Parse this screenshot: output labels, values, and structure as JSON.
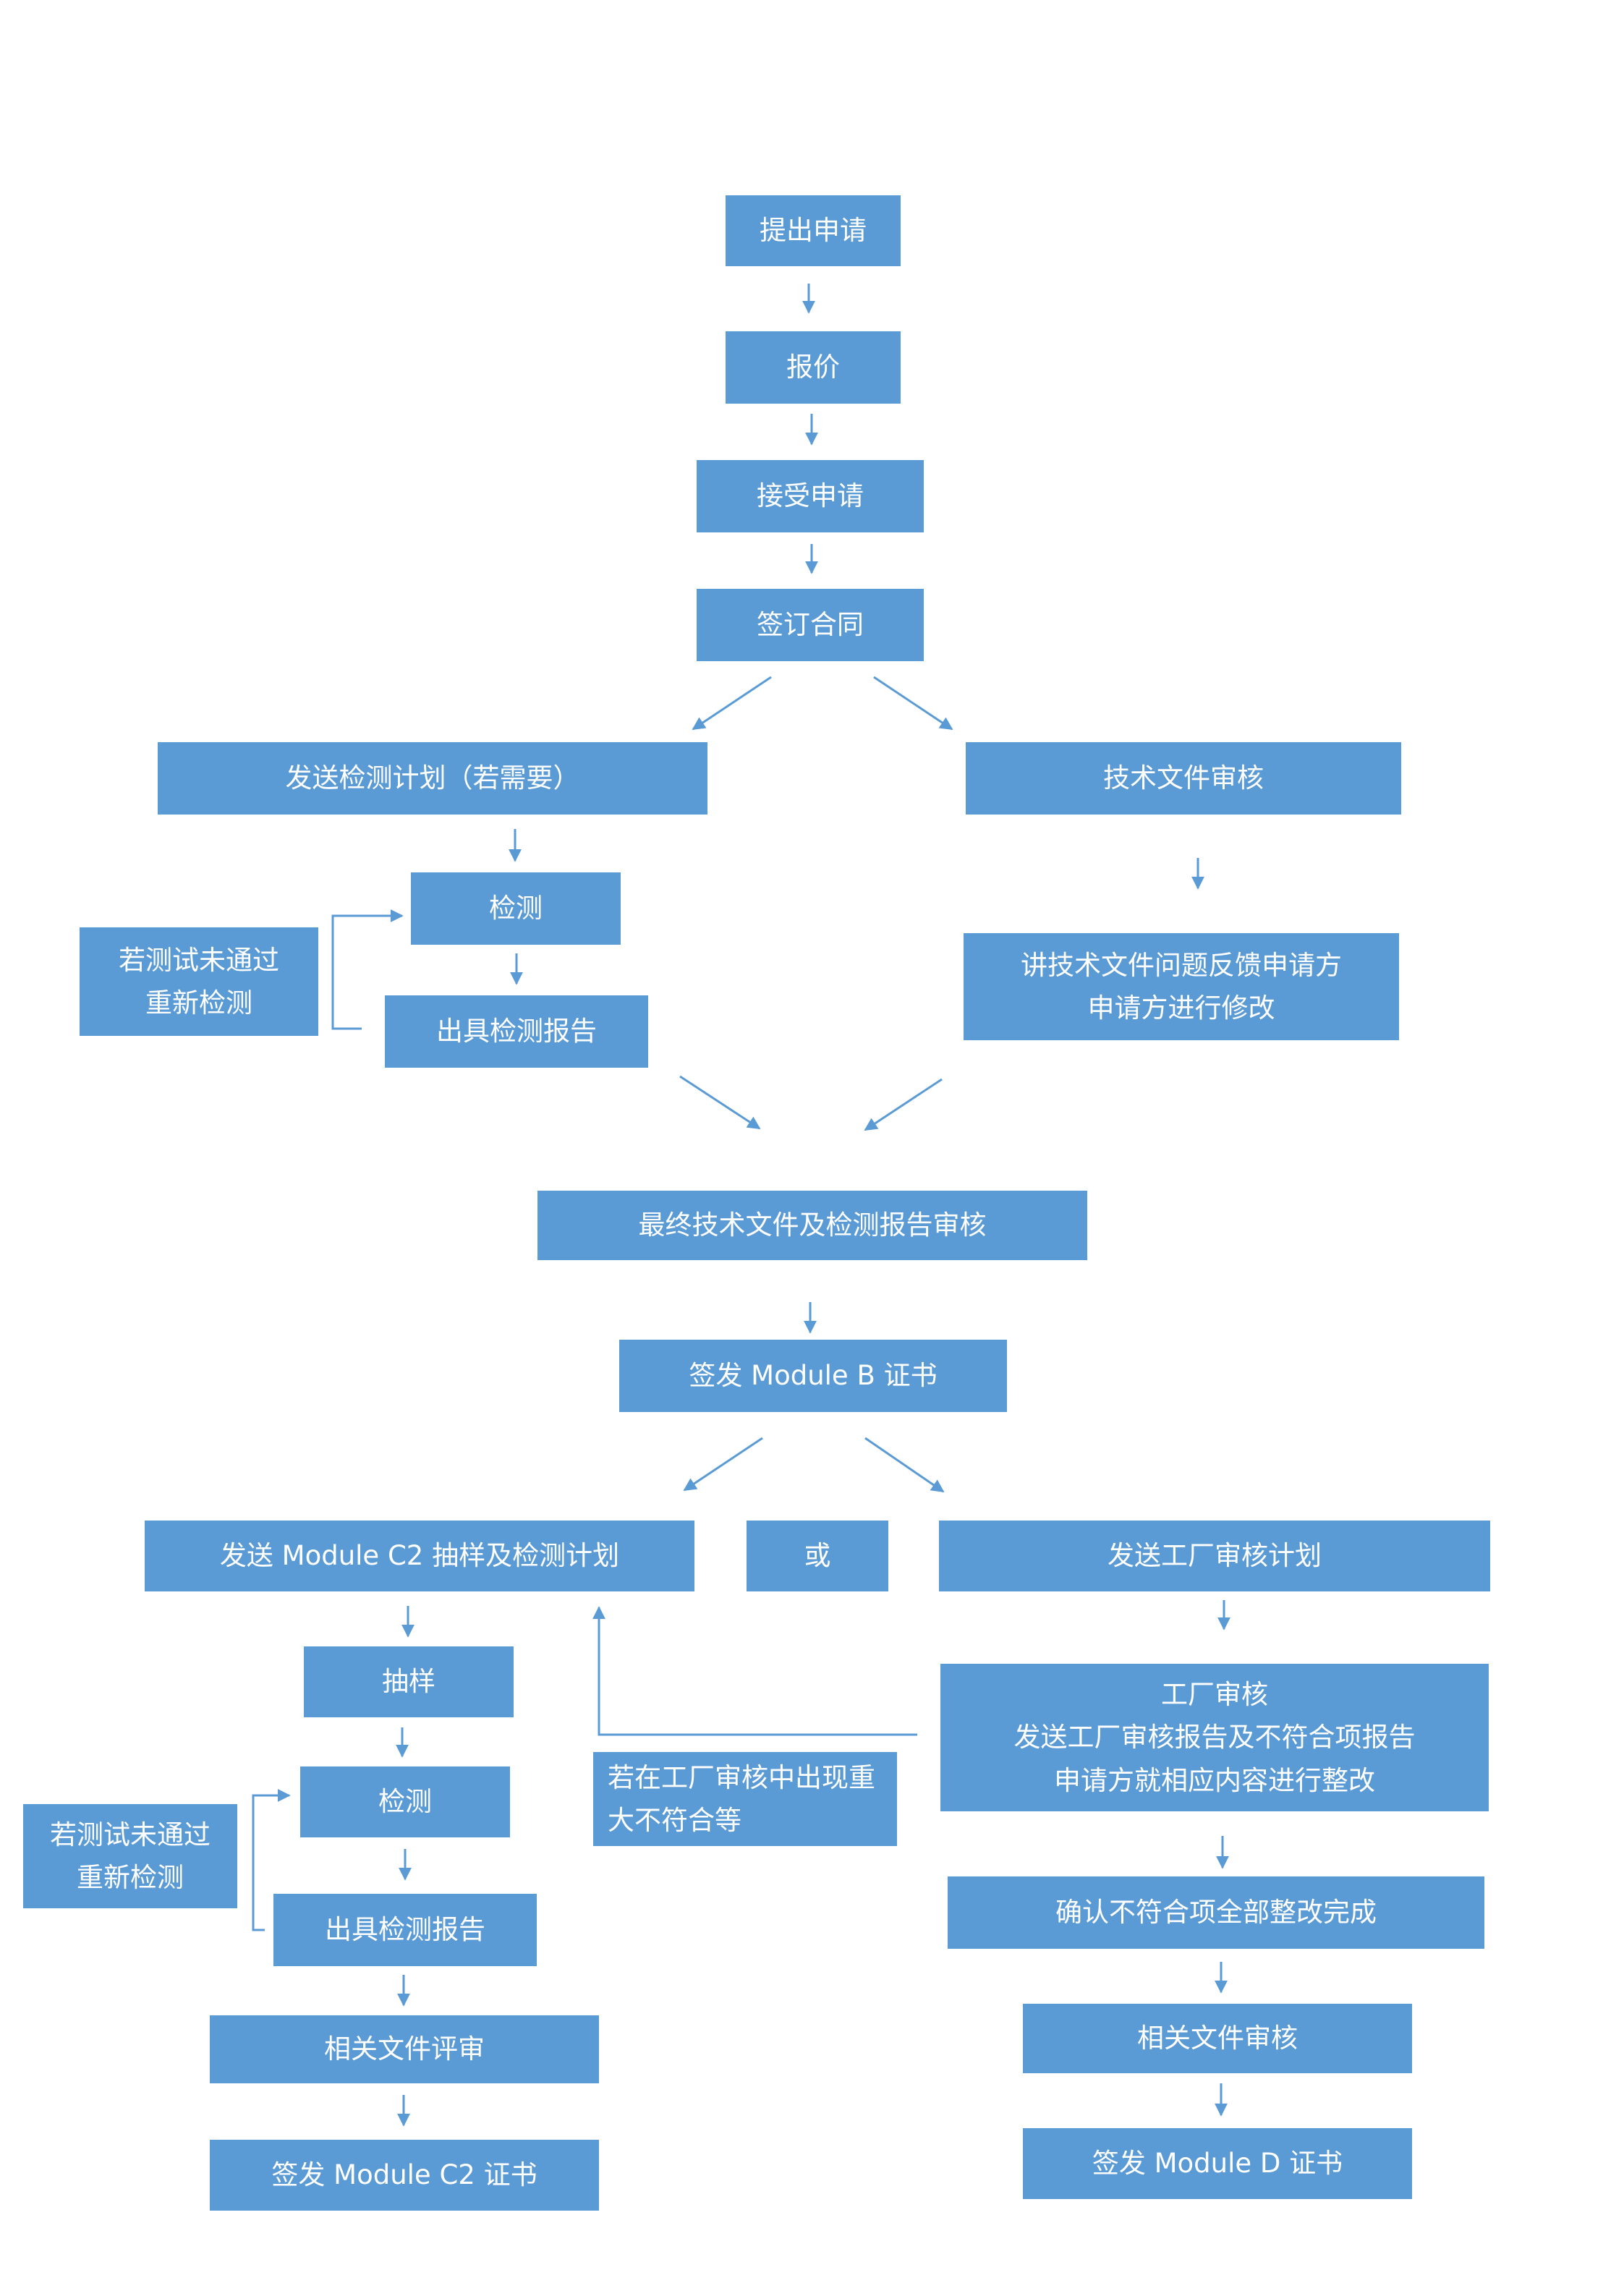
{
  "nodes": {
    "apply": "提出申请",
    "quote": "报价",
    "accept": "接受申请",
    "contract": "签订合同",
    "send_test_plan": "发送检测计划（若需要）",
    "tech_review": "技术文件审核",
    "test1": "检测",
    "retest1": [
      "若测试未通过",
      "重新检测"
    ],
    "report1": "出具检测报告",
    "tech_feedback": [
      "讲技术文件问题反馈申请方",
      "申请方进行修改"
    ],
    "final_review": "最终技术文件及检测报告审核",
    "issue_b": "签发 Module B 证书",
    "send_c2": "发送 Module C2  抽样及检测计划",
    "or": "或",
    "send_factory": "发送工厂审核计划",
    "sampling": "抽样",
    "test2": "检测",
    "retest2": [
      "若测试未通过",
      "重新检测"
    ],
    "report2": "出具检测报告",
    "doc_eval": "相关文件评审",
    "issue_c2": "签发 Module C2 证书",
    "factory_audit": [
      "工厂审核",
      "发送工厂审核报告及不符合项报告",
      "申请方就相应内容进行整改"
    ],
    "major_nc": [
      "若在工厂审核中出现重",
      "大不符合等"
    ],
    "confirm": "确认不符合项全部整改完成",
    "doc_review": "相关文件审核",
    "issue_d": "签发 Module D 证书"
  },
  "colors": {
    "box": "#5b9bd5",
    "text": "#ffffff",
    "line": "#5b9bd5"
  }
}
